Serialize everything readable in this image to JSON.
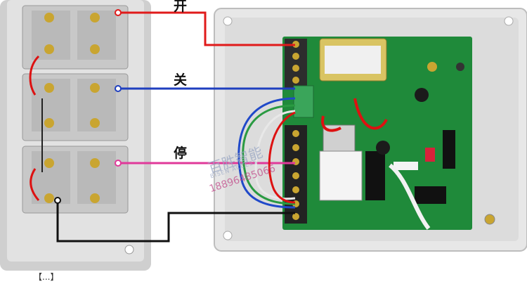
{
  "labels": {
    "open": "开",
    "close": "关",
    "stop": "停",
    "bottom_caption": "【...】"
  },
  "watermark": {
    "brand": "百胜智能",
    "sub": "BISEN ACCESS",
    "phone": "18896485066"
  },
  "colors": {
    "wire_open": "#e01a1a",
    "wire_close": "#1f3fbf",
    "wire_stop": "#e0399a",
    "wire_common": "#111111",
    "pcb": "#1f8a3a",
    "enclosure": "#e9e9e9",
    "switch_housing": "#d9d9d9"
  }
}
